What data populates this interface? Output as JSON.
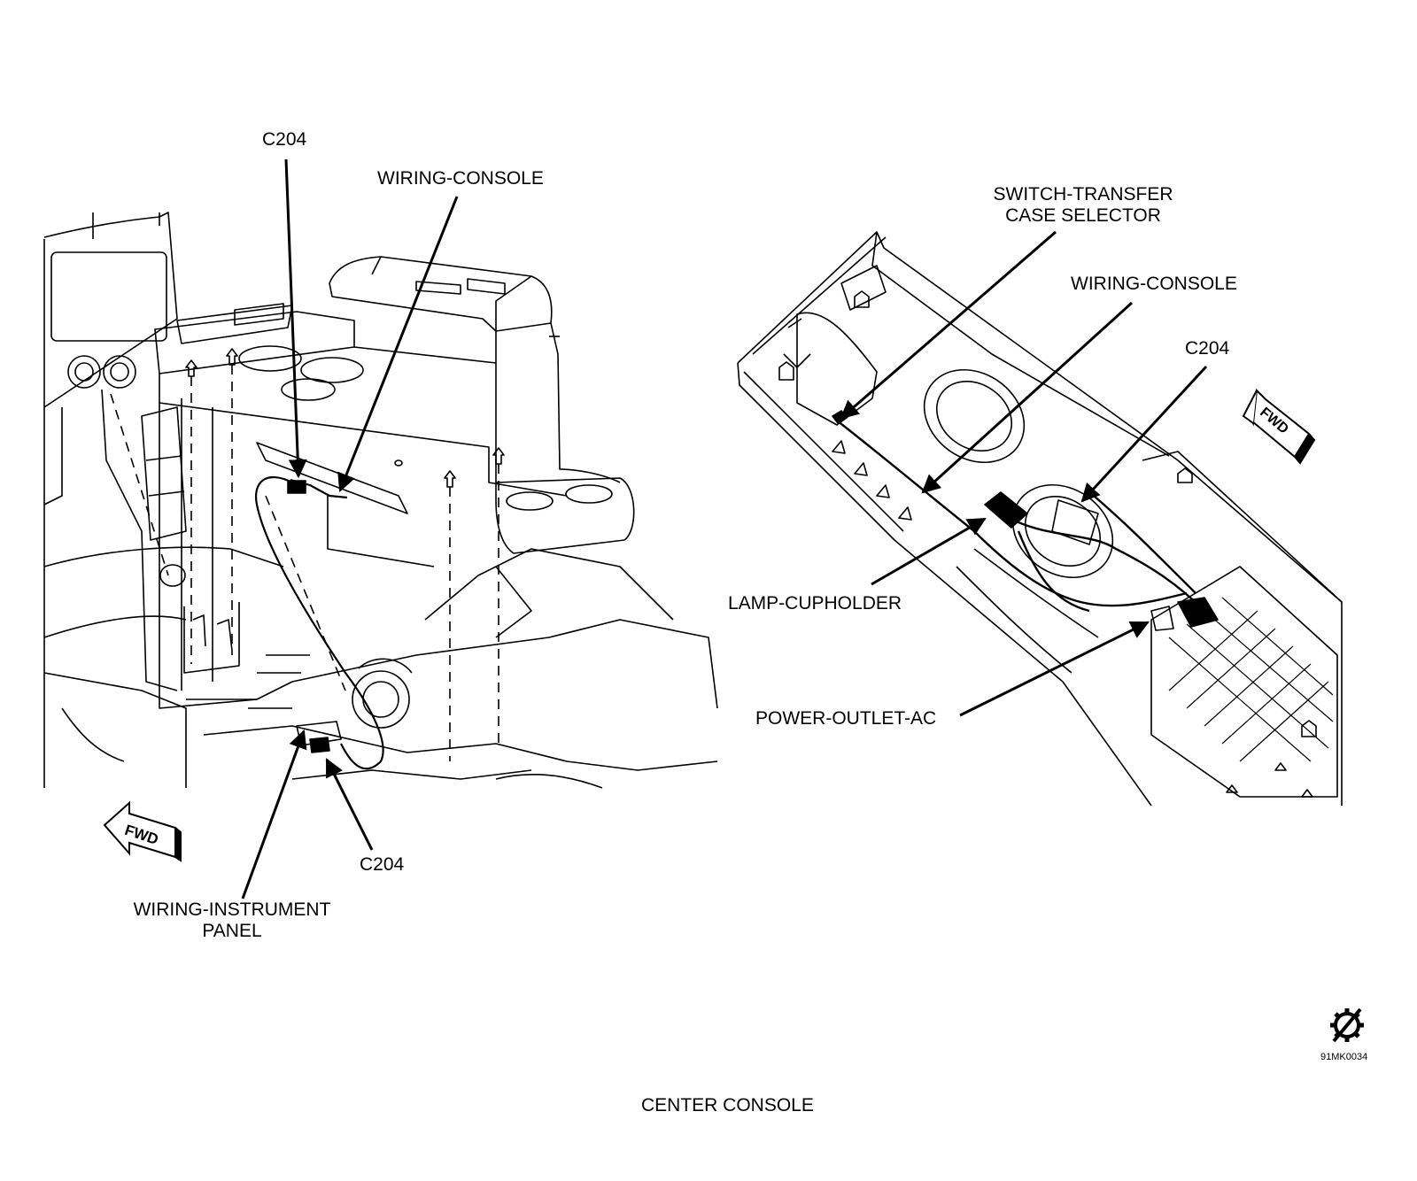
{
  "title": "CENTER CONSOLE",
  "figure_id": "91MK0034",
  "left_view": {
    "labels": {
      "c204_top": "C204",
      "wiring_console": "WIRING-CONSOLE",
      "c204_bottom": "C204",
      "wiring_instrument_panel_1": "WIRING-INSTRUMENT",
      "wiring_instrument_panel_2": "PANEL",
      "fwd": "FWD"
    }
  },
  "right_view": {
    "labels": {
      "switch_transfer_1": "SWITCH-TRANSFER",
      "switch_transfer_2": "CASE SELECTOR",
      "wiring_console": "WIRING-CONSOLE",
      "c204": "C204",
      "lamp_cupholder": "LAMP-CUPHOLDER",
      "power_outlet_ac": "POWER-OUTLET-AC",
      "fwd": "FWD"
    }
  },
  "icons": {
    "service_symbol": "gear-slash-icon"
  }
}
